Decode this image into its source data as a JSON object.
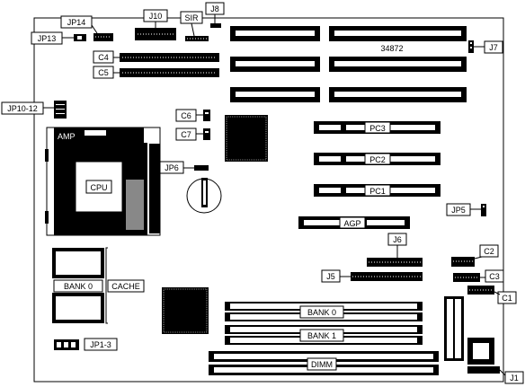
{
  "board_id": "34872",
  "labels": {
    "jp14": "JP14",
    "j10": "J10",
    "j8": "J8",
    "sir": "SIR",
    "jp13": "JP13",
    "c4": "C4",
    "c5": "C5",
    "j7": "J7",
    "jp10_12": "JP10-12",
    "c6": "C6",
    "c7": "C7",
    "amp": "AMP",
    "jp6": "JP6",
    "cpu": "CPU",
    "pc3": "PC3",
    "pc2": "PC2",
    "pc1": "PC1",
    "jp5": "JP5",
    "agp": "AGP",
    "j6": "J6",
    "c2": "C2",
    "j5": "J5",
    "c3": "C3",
    "bank0_cache": "BANK  0",
    "cache": "CACHE",
    "c1": "C1",
    "bank0_dimm": "BANK  0",
    "bank1_dimm": "BANK 1",
    "jp1_3": "JP1-3",
    "dimm": "DIMM",
    "j1": "J1"
  }
}
